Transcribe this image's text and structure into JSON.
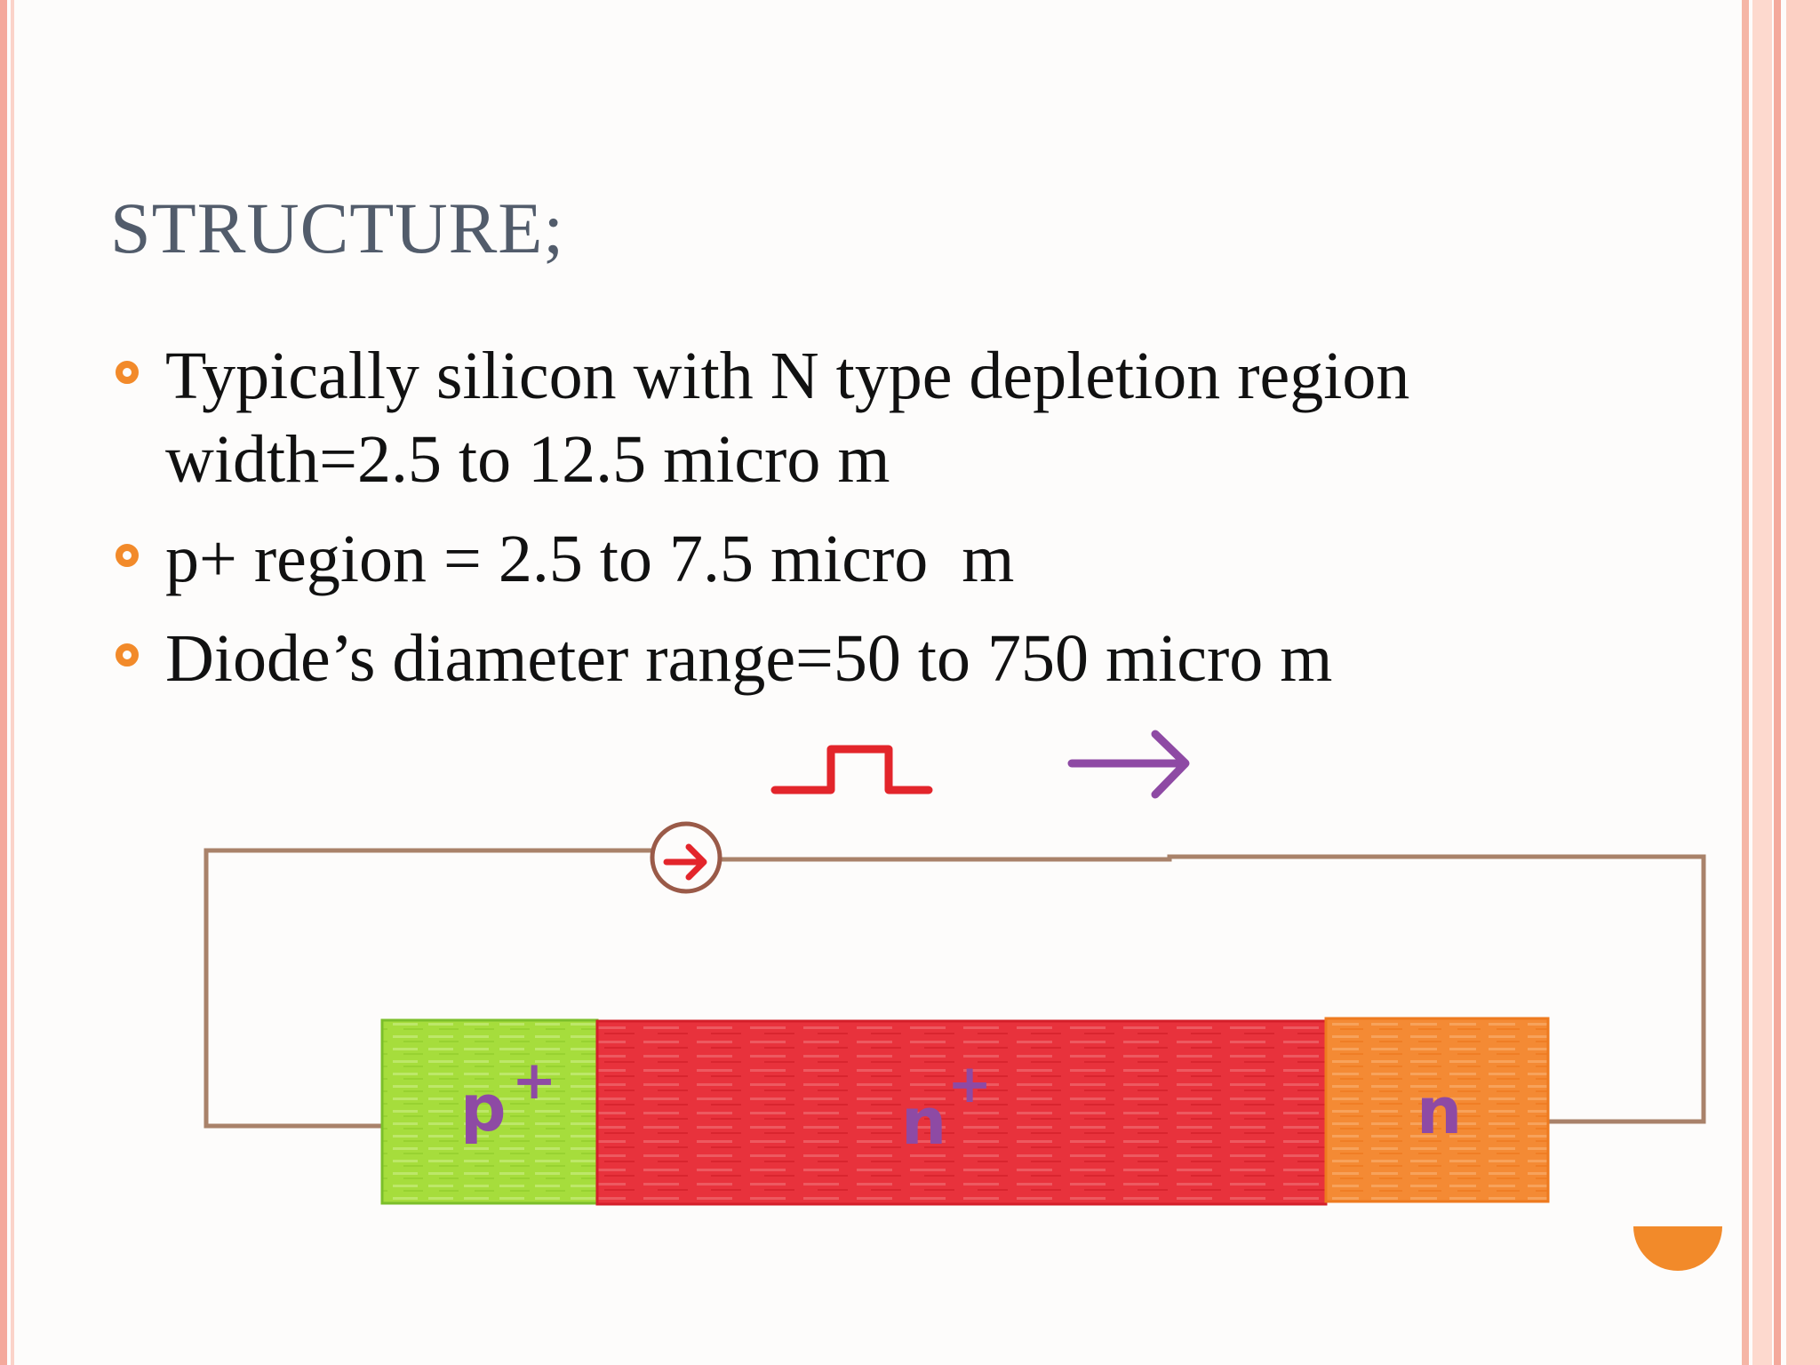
{
  "slide": {
    "title": "STRUCTURE;",
    "bullets": [
      {
        "text": "Typically silicon with N type depletion region\nwidth=2.5 to 12.5 micro m"
      },
      {
        "text": "p+ region = 2.5 to 7.5 micro  m"
      },
      {
        "text": "Diode’s diameter range=50 to 750 micro m"
      }
    ]
  },
  "diagram": {
    "regions": [
      {
        "label": "p",
        "superscript": "+",
        "color": "#a6dd3c"
      },
      {
        "label": "n",
        "superscript": "+",
        "color": "#e8323c"
      },
      {
        "label": "n",
        "superscript": "",
        "color": "#f48a34"
      }
    ],
    "wire_color": "#a9826a",
    "pulse_color": "#e3252b",
    "arrow_color": "#8e4aa4",
    "label_color": "#8e4aa4"
  },
  "colors": {
    "bullet_marker": "#f28a2a",
    "title": "#525c6b",
    "border": "#f4a99c"
  }
}
